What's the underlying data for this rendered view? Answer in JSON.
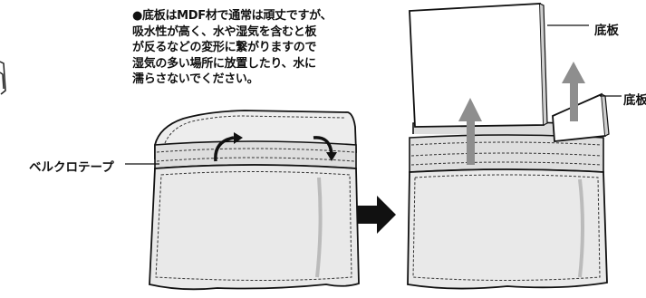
{
  "note": {
    "line1": "●底板はMDF材で通常は頑丈ですが、",
    "line2": "吸水性が高く、水や湿気を含むと板",
    "line3": "が反るなどの変形に繋がりますので",
    "line4": "湿気の多い場所に放置したり、水に",
    "line5": "濡らさないでください。"
  },
  "labels": {
    "velcro_tape": "ベルクロテープ",
    "bottom_board_1": "底板",
    "bottom_board_2": "底板"
  }
}
